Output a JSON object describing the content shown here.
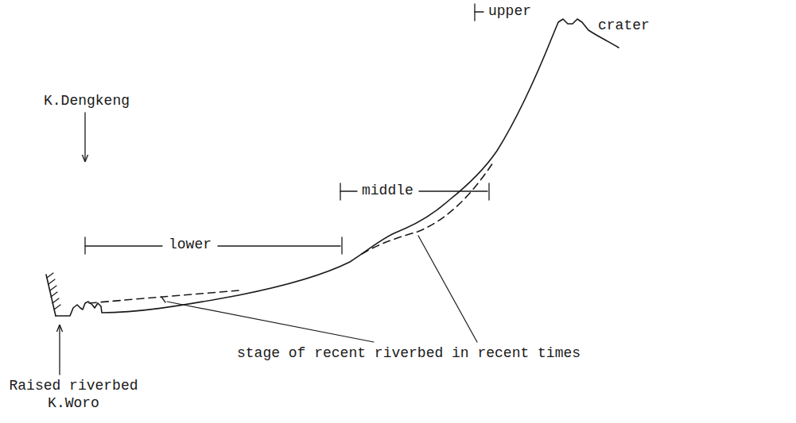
{
  "diagram": {
    "labels": [
      "upper",
      "crater",
      "K.Dengkeng",
      "middle",
      "lower",
      "stage of recent riverbed in recent times",
      "Raised riverbed K.Woro"
    ]
  }
}
